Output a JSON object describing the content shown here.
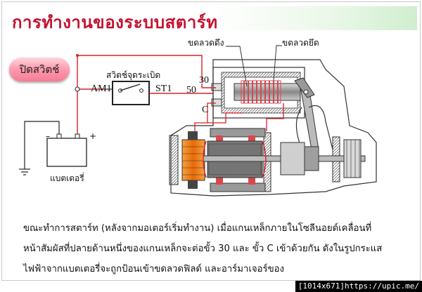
{
  "title": "การทำงานของระบบสตาร์ท",
  "state_button": "ปิดสวิตช์",
  "labels": {
    "pull_in_coil": "ขดลวดดึง",
    "hold_in_coil": "ขดลวดยึด",
    "ignition_switch": "สวิตช์จุดระเบิด",
    "am1": "AM1",
    "st1": "ST1",
    "terminal_50": "50",
    "terminal_30": "30",
    "terminal_c": "C",
    "battery": "แบตเตอรี่",
    "battery_minus": "–",
    "battery_plus": "+"
  },
  "description": [
    "ขณะทำการสตาร์ท (หลังจากมอเตอร์เริ่มทำงาน)  เมื่อแกนเหล็กภายในโซลีนอยด์เคลื่อนที่",
    "หน้าสัมผัสที่ปลายด้านหนึ่งของแกนเหล็กจะต่อขั้ว 30 และ ขั้ว C เข้าด้วยกัน ดังในรูปกระแส",
    "ไฟฟ้าจากแบตเตอรี่จะถูกป้อนเข้าขดลวดฟิลด์  และอาร์มาเจอร์ของ"
  ],
  "footer": "[1014x671]https://upic.me/",
  "colors": {
    "title": "#c4122f",
    "wire": "#d8202a",
    "button": "#f57c94",
    "armature": "#f07d1a",
    "coil": "#d9474f"
  }
}
